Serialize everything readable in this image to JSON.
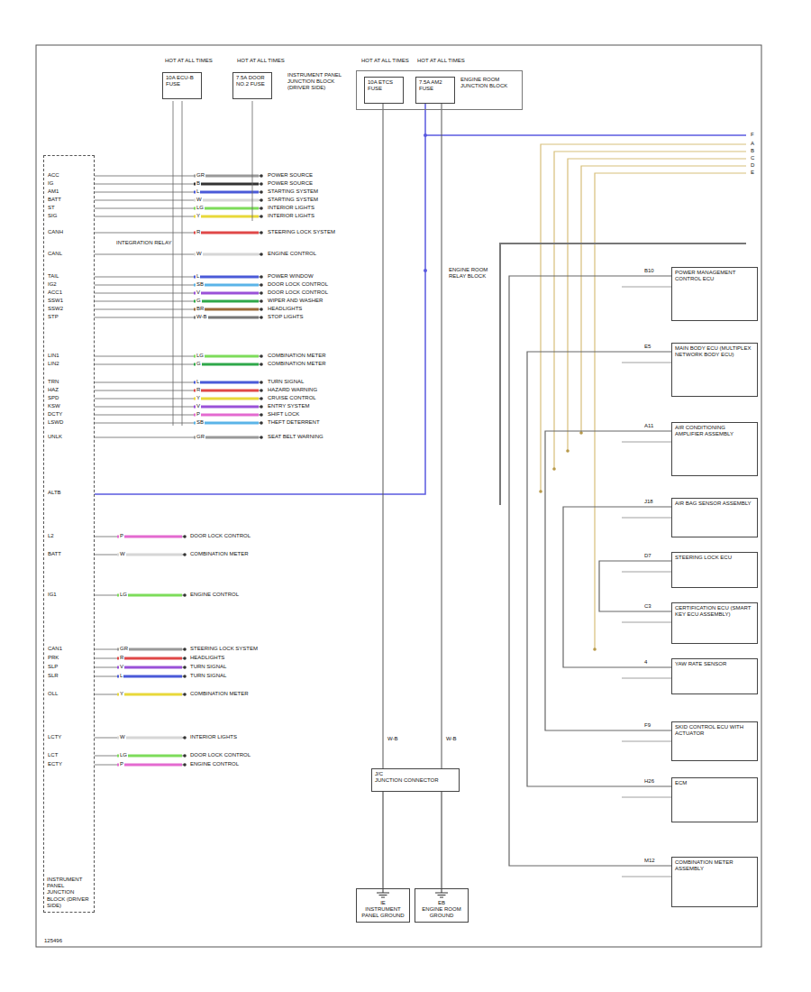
{
  "diagram": {
    "nodes": [
      {
        "text": [
          "INSTRUMENT PANEL JUNCTION BLOCK (DRIVER SIDE)"
        ]
      },
      {
        "text": [
          "10A ECU-B FUSE"
        ]
      },
      {
        "text": [
          "7.5A DOOR NO.2 FUSE"
        ]
      },
      {
        "text": [
          "ENGINE ROOM JUNCTION BLOCK"
        ]
      },
      {
        "text": [
          "10A ETCS FUSE"
        ],
        "in": 3
      },
      {
        "text": [
          "7.5A AM2 FUSE"
        ],
        "in": 3
      },
      {
        "text": [
          "POWER MANAGEMENT CONTROL ECU"
        ]
      },
      {
        "text": [
          "MAIN BODY ECU (MULTIPLEX NETWORK BODY ECU)"
        ]
      },
      {
        "text": [
          "AIR CONDITIONING AMPLIFIER ASSEMBLY"
        ]
      },
      {
        "text": [
          "AIR BAG SENSOR ASSEMBLY"
        ]
      },
      {
        "text": [
          "STEERING LOCK ECU"
        ]
      },
      {
        "text": [
          "CERTIFICATION ECU (SMART KEY ECU ASSEMBLY)"
        ]
      },
      {
        "text": [
          "YAW RATE SENSOR"
        ]
      },
      {
        "text": [
          "SKID CONTROL ECU WITH ACTUATOR"
        ]
      },
      {
        "text": [
          "ECM"
        ]
      },
      {
        "text": [
          "COMBINATION METER ASSEMBLY"
        ]
      },
      {
        "text": [
          "J/C",
          "JUNCTION CONNECTOR"
        ]
      },
      {
        "text": [
          "IE",
          "INSTRUMENT PANEL GROUND"
        ]
      },
      {
        "text": [
          "EB",
          "ENGINE ROOM GROUND"
        ]
      }
    ],
    "edges": [
      {
        "from": 0,
        "to": 5,
        "arrow": "none"
      },
      {
        "from": 4,
        "to": 16,
        "arrow": "none"
      },
      {
        "from": 5,
        "to": 16,
        "arrow": "none"
      },
      {
        "from": 16,
        "to": 17,
        "arrow": "none"
      },
      {
        "from": 16,
        "to": 18,
        "arrow": "none"
      },
      {
        "from": 6,
        "to": 15,
        "arrow": "none"
      },
      {
        "from": 7,
        "to": 14,
        "arrow": "none"
      },
      {
        "from": 8,
        "to": 13,
        "arrow": "none"
      },
      {
        "from": 9,
        "to": 12,
        "arrow": "none"
      },
      {
        "from": 10,
        "to": 11,
        "arrow": "none"
      }
    ],
    "labels": [
      "HOT AT ALL TIMES",
      "HOT AT ALL TIMES",
      "HOT AT ALL TIMES",
      "HOT AT ALL TIMES",
      "INSTRUMENT PANEL JUNCTION BLOCK (DRIVER SIDE)",
      "INTEGRATION RELAY",
      "ALTB",
      "ENGINE ROOM RELAY BLOCK",
      "W-B",
      "W-B",
      "A",
      "B",
      "C",
      "D",
      "E",
      "F",
      "B10",
      "E5",
      "A11",
      "J18",
      "D7",
      "C3",
      "4",
      "F9",
      "H26",
      "M12",
      "125496",
      "ACC",
      "GR",
      "POWER SOURCE",
      "IG",
      "B",
      "POWER SOURCE",
      "AM1",
      "L",
      "STARTING SYSTEM",
      "BATT",
      "W",
      "STARTING SYSTEM",
      "ST",
      "LG",
      "INTERIOR LIGHTS",
      "SIG",
      "Y",
      "INTERIOR LIGHTS",
      "CANH",
      "R",
      "STEERING LOCK SYSTEM",
      "CANL",
      "W",
      "ENGINE CONTROL",
      "TAIL",
      "L",
      "POWER WINDOW",
      "IG2",
      "SB",
      "DOOR LOCK CONTROL",
      "ACC1",
      "V",
      "DOOR LOCK CONTROL",
      "SSW1",
      "G",
      "WIPER AND WASHER",
      "SSW2",
      "BR",
      "HEADLIGHTS",
      "STP",
      "W-B",
      "STOP LIGHTS",
      "LIN1",
      "LG",
      "COMBINATION METER",
      "LIN2",
      "G",
      "COMBINATION METER",
      "TRN",
      "L",
      "TURN SIGNAL",
      "HAZ",
      "R",
      "HAZARD WARNING",
      "SPD",
      "Y",
      "CRUISE CONTROL",
      "KSW",
      "V",
      "ENTRY SYSTEM",
      "DCTY",
      "P",
      "SHIFT LOCK",
      "LSWD",
      "SB",
      "THEFT DETERRENT",
      "UNLK",
      "GR",
      "SEAT BELT WARNING",
      "L2",
      "P",
      "DOOR LOCK CONTROL",
      "BATT",
      "W",
      "COMBINATION METER",
      "IG1",
      "LG",
      "ENGINE CONTROL",
      "CAN1",
      "GR",
      "STEERING LOCK SYSTEM",
      "PRK",
      "R",
      "HEADLIGHTS",
      "SLP",
      "V",
      "TURN SIGNAL",
      "SLR",
      "L",
      "TURN SIGNAL",
      "OLL",
      "Y",
      "COMBINATION METER",
      "LCTY",
      "W",
      "INTERIOR LIGHTS",
      "LCT",
      "LG",
      "DOOR LOCK CONTROL",
      "ECTY",
      "P",
      "ENGINE CONTROL"
    ]
  }
}
